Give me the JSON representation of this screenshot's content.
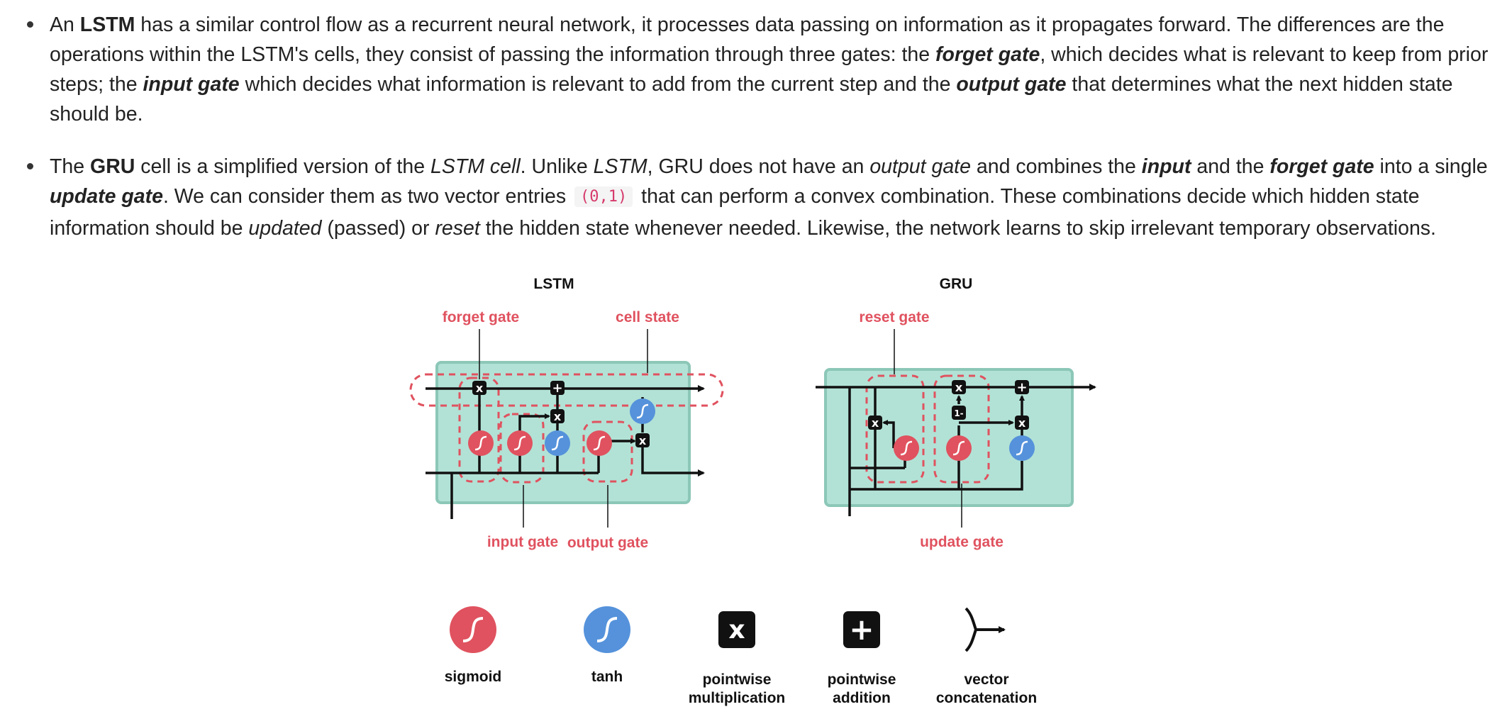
{
  "bullets": {
    "lstm": {
      "p1": "An ",
      "lstm": "LSTM",
      "p2": " has a similar control flow as a recurrent neural network, it processes data passing on information as it propagates forward. The differences are the operations within the LSTM's cells, they consist of passing the information through three gates: the ",
      "forget_gate": "forget gate",
      "p3": ", which decides what is relevant to keep from prior steps; the ",
      "input_gate": "input gate",
      "p4": " which decides what information is relevant to add from the current step and the ",
      "output_gate": "output gate",
      "p5": " that determines what the next hidden state should be."
    },
    "gru": {
      "p1": "The ",
      "gru": "GRU",
      "p2": " cell is a simplified version of the ",
      "lstm_cell": "LSTM cell",
      "p3": ". Unlike ",
      "lstm": "LSTM",
      "p4": ", GRU does not have an ",
      "output_gate": "output gate",
      "p5": " and combines the ",
      "input": "input",
      "p6": " and the ",
      "forget_gate": "forget gate",
      "p7": " into a single ",
      "update_gate": "update gate",
      "p8": ". We can consider them as two vector entries ",
      "code": "(0,1)",
      "p9": " that can perform a convex combination. These combinations decide which hidden state information should be ",
      "updated": "updated",
      "p10": " (passed) or ",
      "reset": "reset",
      "p11": " the hidden state whenever needed. Likewise, the network learns to skip irrelevant temporary observations."
    }
  },
  "diagram": {
    "lstm_title": "LSTM",
    "gru_title": "GRU",
    "lstm_labels": {
      "forget_gate": "forget gate",
      "cell_state": "cell state",
      "input_gate": "input gate",
      "output_gate": "output gate"
    },
    "gru_labels": {
      "reset_gate": "reset gate",
      "update_gate": "update gate"
    },
    "op_glyphs": {
      "multiply": "x",
      "add": "+",
      "one_minus": "1-"
    },
    "legend": {
      "sigmoid": "sigmoid",
      "tanh": "tanh",
      "pointwise_mult_1": "pointwise",
      "pointwise_mult_2": "multiplication",
      "pointwise_add_1": "pointwise",
      "pointwise_add_2": "addition",
      "vector_concat_1": "vector",
      "vector_concat_2": "concatenation"
    },
    "colors": {
      "cell_fill": "#b2e2d6",
      "cell_stroke": "#8cc7b7",
      "sigmoid": "#e0525f",
      "tanh": "#5592db",
      "gate_dash": "#e0525f"
    }
  }
}
